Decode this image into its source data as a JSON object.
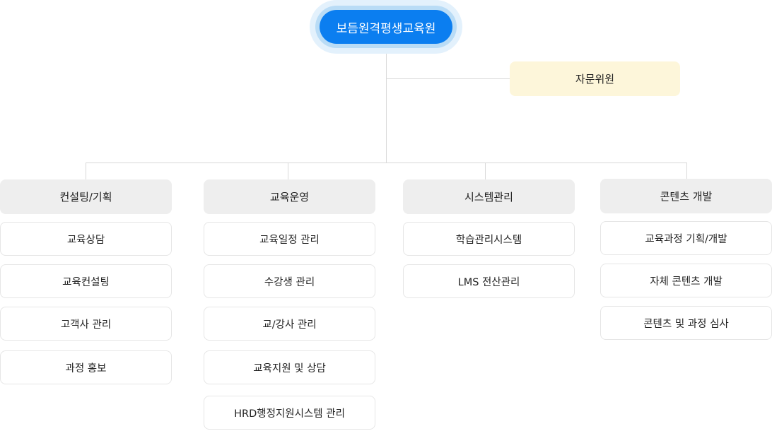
{
  "root": {
    "label": "보듬원격평생교육원"
  },
  "advisor": {
    "label": "자문위원"
  },
  "departments": [
    {
      "label": "컨설팅/기획",
      "items": [
        "교육상담",
        "교육컨설팅",
        "고객사 관리",
        "과정 홍보"
      ]
    },
    {
      "label": "교육운영",
      "items": [
        "교육일정 관리",
        "수강생 관리",
        "교/강사 관리",
        "교육지원 및 상담",
        "HRD행정지원시스템 관리"
      ]
    },
    {
      "label": "시스템관리",
      "items": [
        "학습관리시스템",
        "LMS 전산관리"
      ]
    },
    {
      "label": "콘텐츠 개발",
      "items": [
        "교육과정 기획/개발",
        "자체 콘텐츠 개발",
        "콘텐츠 및 과정 심사"
      ]
    }
  ]
}
